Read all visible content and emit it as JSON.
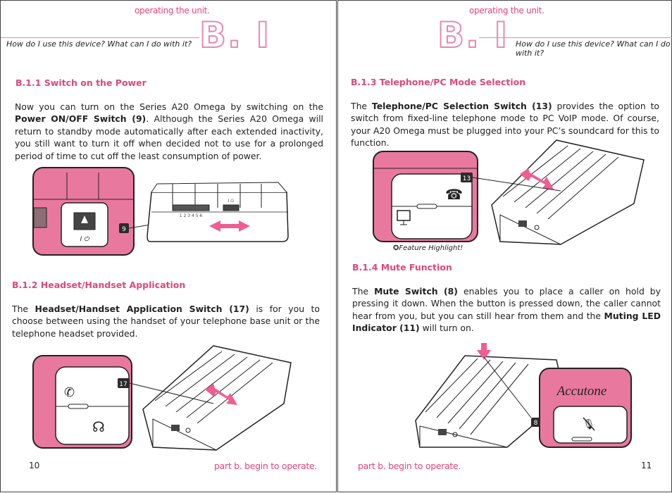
{
  "left_page": {
    "running_head": "operating the unit.",
    "section_tag": "How do I use this device? What can I do with it?",
    "section_mark": "B. I",
    "sections": [
      {
        "heading": "B.1.1 Switch on the Power",
        "p1": "Now you can turn on the Series A20 Omega by switching on the ",
        "b1": "Power ON/OFF Switch (9)",
        "p2": ". Although the Series A20 Omega will return to standby mode automatically after each extended inactivity, you still want to turn it off when decided not to use for a prolonged period of time to cut off the least consumption of power."
      },
      {
        "heading": "B.1.2 Headset/Handset Application",
        "p1": "The ",
        "b1": "Headset/Handset Application Switch (17)",
        "p2": "  is for you to choose between using the handset of your telephone base unit or the telephone headset provided."
      }
    ],
    "figures": {
      "power_callout": "9",
      "power_switch_label": "I ⏻",
      "power_side_label": "I ⏻",
      "keypad_label": "1 2 3 4 5 6",
      "headset_callout": "17"
    },
    "folio": "10",
    "footer_tag": "part b. begin to operate."
  },
  "right_page": {
    "running_head": "operating the unit.",
    "section_tag": "How do I use this device? What can I do with it?",
    "section_mark": "B. I",
    "sections": [
      {
        "heading": "B.1.3 Telephone/PC Mode Selection",
        "p1": "The ",
        "b1": "Telephone/PC Selection Switch (13)",
        "p2": " provides the option to switch from fixed-line telephone mode to PC VoIP mode. Of course, your A20 Omega must be plugged into your PC’s soundcard for this to function."
      },
      {
        "heading": "B.1.4 Mute Function",
        "p1": "The ",
        "b1": "Mute Switch (8)",
        "p2": " enables you to place a caller on hold by pressing it down. When the button is pressed down, the caller cannot hear from you, but you can still hear from them and the ",
        "b2": "Muting LED Indicator (11)",
        "p3": " will turn on."
      }
    ],
    "figures": {
      "mode_callout": "13",
      "feature_note": "Feature Highlight!",
      "mute_callout": "8",
      "brand_logo": "Accutone"
    },
    "folio": "11",
    "footer_tag": "part b. begin to operate."
  },
  "colors": {
    "accent_pink": "#e0457b",
    "panel_pink": "#e9789f",
    "arrow_pink": "#ef5d92",
    "callout_bg": "#2b2b2b"
  }
}
